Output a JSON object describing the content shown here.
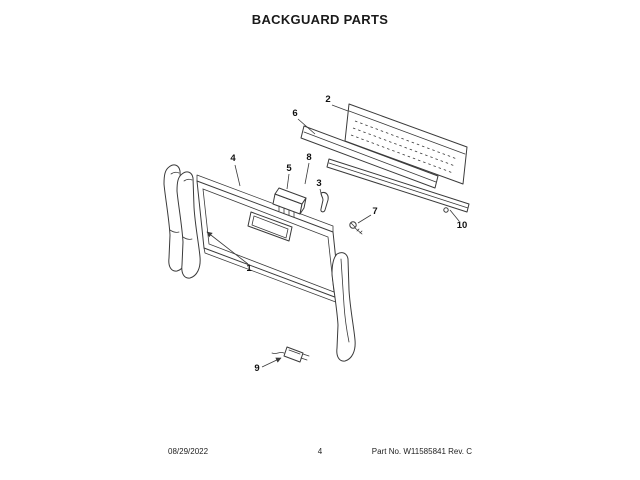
{
  "title": "BACKGUARD PARTS",
  "callouts": {
    "c1": "1",
    "c2": "2",
    "c3": "3",
    "c4": "4",
    "c5": "5",
    "c6": "6",
    "c7": "7",
    "c8": "8",
    "c9": "9",
    "c10": "10"
  },
  "footer": {
    "date": "08/29/2022",
    "page_number": "4",
    "part_line": "Part No. W11585841  Rev. C"
  },
  "colors": {
    "line": "#3a3a3a",
    "text": "#1a1a1a"
  }
}
